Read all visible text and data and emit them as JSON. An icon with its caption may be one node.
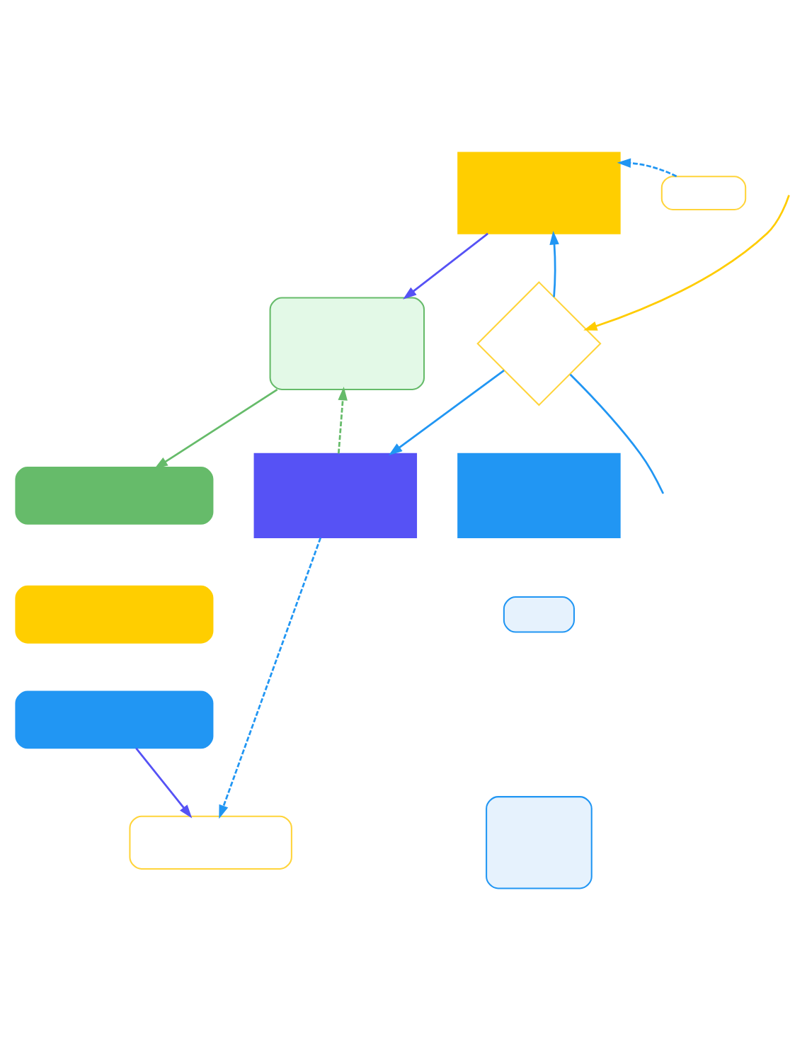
{
  "diagram": {
    "nodes": [
      {
        "text": [],
        "shape": "box"
      },
      {
        "text": [],
        "shape": "box"
      },
      {
        "text": [],
        "shape": "box"
      },
      {
        "text": [],
        "shape": "diamond"
      },
      {
        "text": [],
        "shape": "box"
      },
      {
        "text": [],
        "shape": "box"
      },
      {
        "text": [],
        "shape": "box"
      },
      {
        "text": [],
        "shape": "box"
      },
      {
        "text": [],
        "shape": "box"
      },
      {
        "text": [],
        "shape": "box"
      },
      {
        "text": [],
        "shape": "box"
      },
      {
        "text": [],
        "shape": "box"
      }
    ],
    "edges": [
      {
        "from": 0,
        "to": 2,
        "arrow": "to",
        "color": "#5652f5"
      },
      {
        "from": 1,
        "to": 0,
        "arrow": "to",
        "style": "dashed"
      },
      {
        "from": 3,
        "to": 0,
        "arrow": "to"
      },
      {
        "from": null,
        "to": 3,
        "arrow": "to",
        "color": "#ffcc00"
      },
      {
        "from": 2,
        "to": 4,
        "arrow": "to",
        "color": "#66bb6a"
      },
      {
        "from": 5,
        "to": 2,
        "arrow": "to",
        "style": "dashed",
        "color": "#66bb6a"
      },
      {
        "from": 3,
        "to": 5,
        "arrow": "to"
      },
      {
        "from": 3,
        "to": null,
        "arrow": "none"
      },
      {
        "from": 5,
        "to": 10,
        "arrow": "to",
        "style": "dashed"
      },
      {
        "from": 9,
        "to": 10,
        "arrow": "to",
        "color": "#5652f5"
      }
    ]
  }
}
